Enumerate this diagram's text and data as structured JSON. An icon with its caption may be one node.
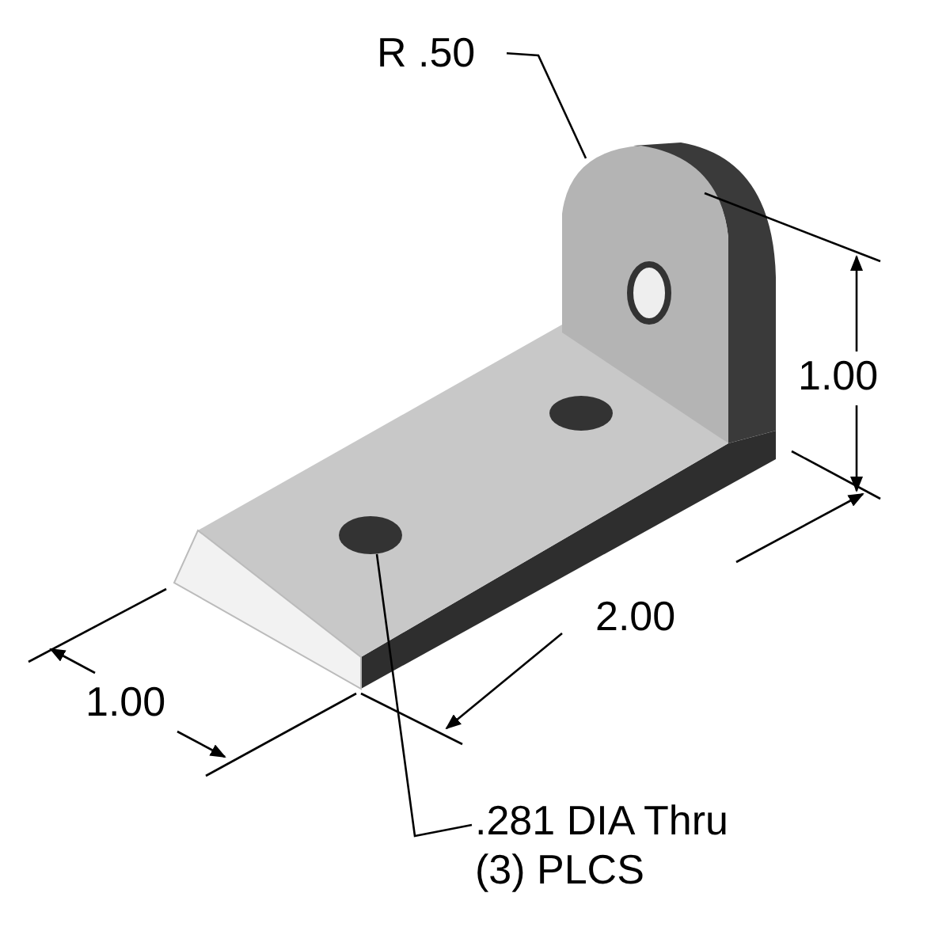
{
  "diagram": {
    "nodes": [
      {
        "text": [
          "R .50"
        ]
      },
      {
        "text": [
          ".281 DIA Thru (3) PLCS"
        ]
      },
      {
        "text": [],
        "shape": "circle"
      }
    ],
    "edges": [
      {
        "from": 0,
        "to": null,
        "arrow": "none"
      },
      {
        "from": 1,
        "to": 2,
        "arrow": "none"
      }
    ],
    "labels": [
      "1.00",
      "2.00",
      "1.00"
    ]
  }
}
